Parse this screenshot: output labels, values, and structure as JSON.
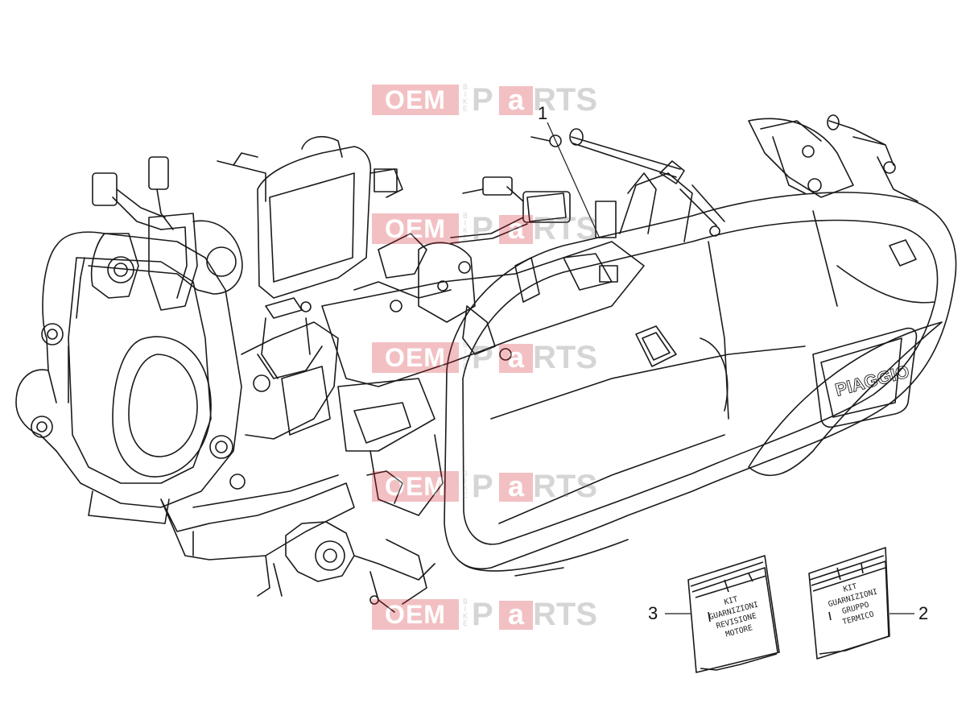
{
  "watermark": {
    "oem": "OEM",
    "bike": "BIKE",
    "p": "P",
    "a": "a",
    "rts": "RTS"
  },
  "callouts": [
    {
      "id": "1",
      "label": "1"
    },
    {
      "id": "2",
      "label": "2"
    },
    {
      "id": "3",
      "label": "3"
    }
  ],
  "engine": {
    "brand_logo": "PIAGGIO"
  },
  "kits": [
    {
      "id": "3",
      "lines": [
        "KIT",
        "GUARNIZIONI",
        "REVISIONE",
        "MOTORE"
      ]
    },
    {
      "id": "2",
      "lines": [
        "KIT",
        "GUARNIZIONI",
        "GRUPPO",
        "TERMICO"
      ]
    }
  ],
  "colors": {
    "watermark_red": "#d2202a",
    "watermark_gray": "#6b6b6b",
    "line": "#1a1a1a"
  }
}
